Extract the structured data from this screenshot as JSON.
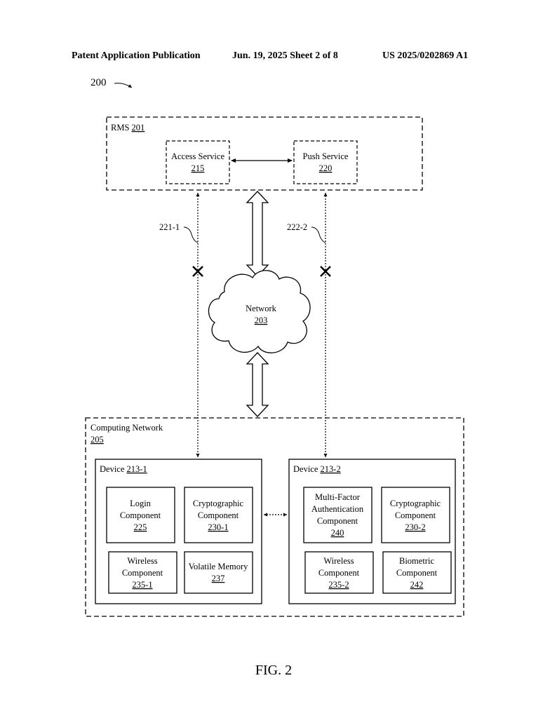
{
  "header": {
    "left": "Patent Application Publication",
    "middle": "Jun. 19, 2025  Sheet 2 of 8",
    "right": "US 2025/0202869 A1"
  },
  "figure_ref": "200",
  "rms": {
    "label": "RMS",
    "ref": "201"
  },
  "access_service": {
    "label": "Access Service",
    "ref": "215"
  },
  "push_service": {
    "label": "Push Service",
    "ref": "220"
  },
  "link_left": "221-1",
  "link_right": "222-2",
  "network": {
    "label": "Network",
    "ref": "203"
  },
  "computing_network": {
    "label": "Computing Network",
    "ref": "205"
  },
  "device1": {
    "label": "Device",
    "ref": "213-1",
    "login": {
      "line1": "Login",
      "line2": "Component",
      "ref": "225"
    },
    "crypto": {
      "line1": "Cryptographic",
      "line2": "Component",
      "ref": "230-1"
    },
    "wireless": {
      "line1": "Wireless",
      "line2": "Component",
      "ref": "235-1"
    },
    "volatile": {
      "line1": "Volatile Memory",
      "ref": "237"
    }
  },
  "device2": {
    "label": "Device",
    "ref": "213-2",
    "mfa": {
      "line1": "Multi-Factor",
      "line2": "Authentication",
      "line3": "Component",
      "ref": "240"
    },
    "crypto": {
      "line1": "Cryptographic",
      "line2": "Component",
      "ref": "230-2"
    },
    "wireless": {
      "line1": "Wireless",
      "line2": "Component",
      "ref": "235-2"
    },
    "biometric": {
      "line1": "Biometric",
      "line2": "Component",
      "ref": "242"
    }
  },
  "caption": "FIG. 2"
}
